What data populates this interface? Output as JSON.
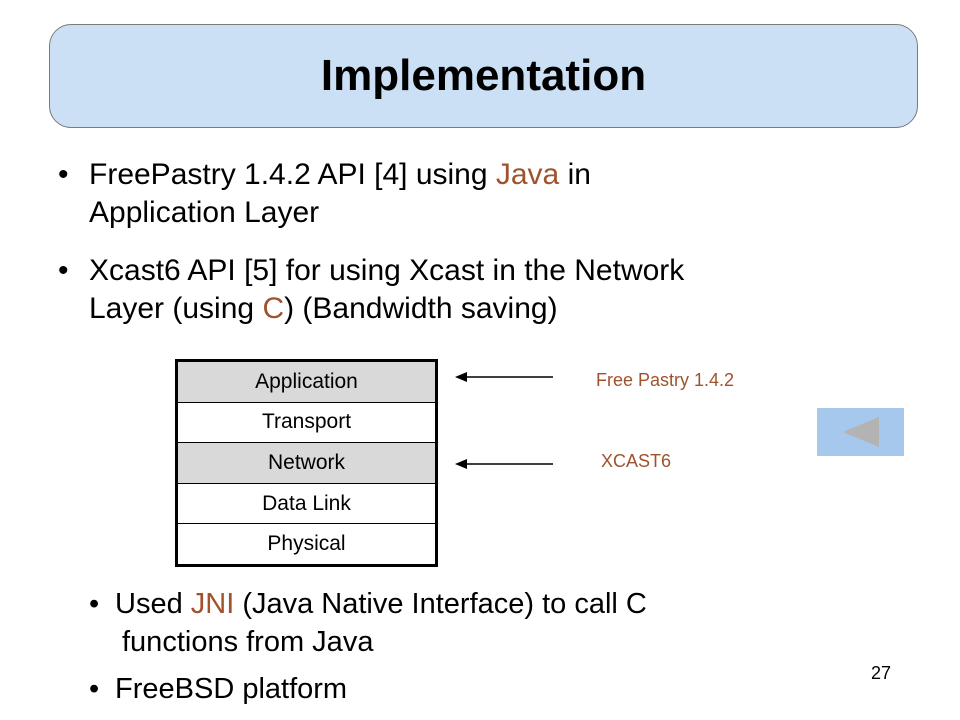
{
  "slide": {
    "title": "Implementation",
    "page_number": "27"
  },
  "bullets_top": [
    {
      "dot": "•",
      "line1_pre": "FreePastry 1.4.2 API [4] using ",
      "line1_accent": "Java",
      "line1_post": " in",
      "line2": "Application Layer"
    },
    {
      "dot": "•",
      "line1": "Xcast6 API [5] for using Xcast in the Network",
      "line2_pre": "Layer (using ",
      "line2_accent": "C",
      "line2_post": ") (Bandwidth saving)"
    }
  ],
  "layer_stack": {
    "layers": [
      "Application",
      "Transport",
      "Network",
      "Data Link",
      "Physical"
    ]
  },
  "annotations": {
    "application": "Free Pastry 1.4.2",
    "network": "XCAST6"
  },
  "bullets_bottom": [
    {
      "dot": "•",
      "line1_pre": "Used ",
      "line1_accent": "JNI",
      "line1_post": " (Java Native Interface) to call C",
      "line2": "functions from Java"
    },
    {
      "dot": "•",
      "line1": "FreeBSD platform"
    }
  ],
  "colors": {
    "accent": "#a0522d",
    "title_fill": "#cce0f5",
    "nav_button": "#a6c8ec",
    "shaded_layer": "#d9d9d9"
  },
  "icons": {
    "back_button": "triangle-left-icon"
  }
}
